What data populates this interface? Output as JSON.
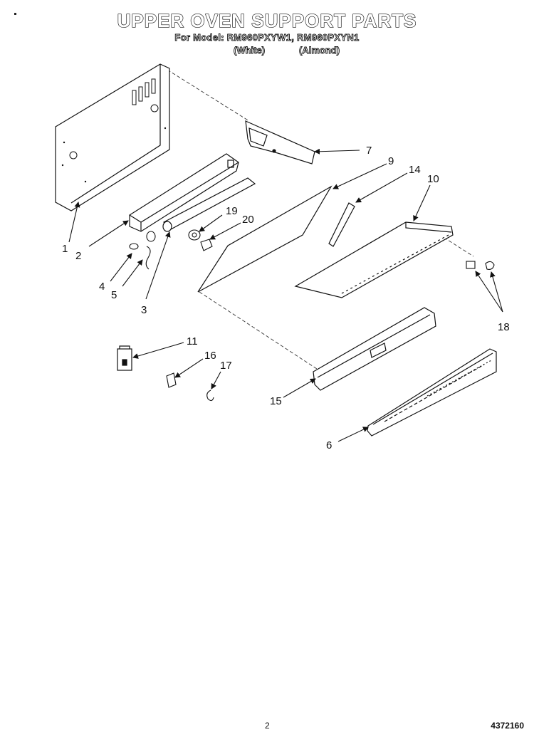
{
  "header": {
    "title": "UPPER OVEN SUPPORT PARTS",
    "model_line": "For Model: RM960PXYW1, RM960PXYN1",
    "variant_white": "(White)",
    "variant_almond": "(Almond)"
  },
  "callouts": {
    "c1": "1",
    "c2": "2",
    "c3": "3",
    "c4": "4",
    "c5": "5",
    "c6": "6",
    "c7": "7",
    "c9": "9",
    "c10": "10",
    "c11": "11",
    "c14": "14",
    "c15": "15",
    "c16": "16",
    "c17": "17",
    "c18": "18",
    "c19": "19",
    "c20": "20"
  },
  "footer": {
    "page_number": "2",
    "document_number": "4372160"
  }
}
